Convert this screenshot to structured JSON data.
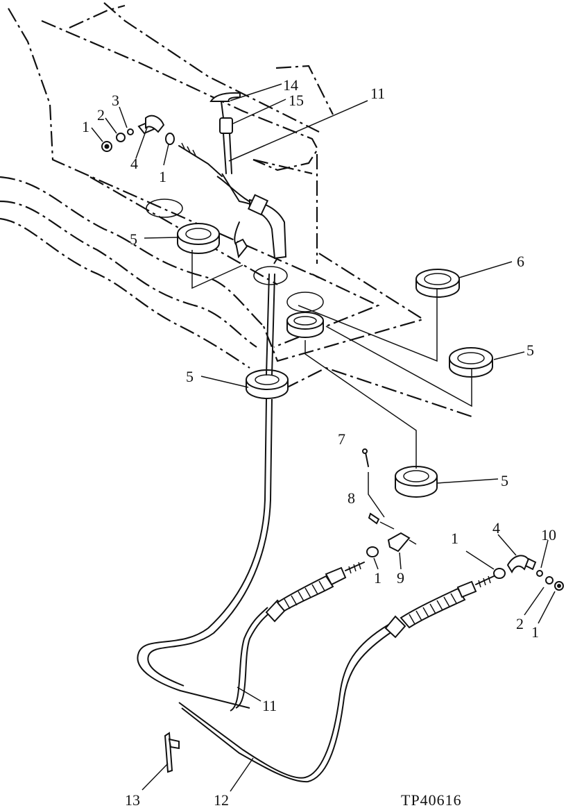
{
  "callouts": {
    "c1a": "1",
    "c2a": "2",
    "c3a": "3",
    "c4a": "4",
    "c1b": "1",
    "c14": "14",
    "c15": "15",
    "c11a": "11",
    "c5a": "5",
    "c6": "6",
    "c5b": "5",
    "c5c": "5",
    "c5d": "5",
    "c7": "7",
    "c8": "8",
    "c1c": "1",
    "c9": "9",
    "c1d": "1",
    "c4b": "4",
    "c10": "10",
    "c2b": "2",
    "c1e": "1",
    "c11b": "11",
    "c12": "12",
    "c13": "13"
  },
  "reference": "TP40616"
}
